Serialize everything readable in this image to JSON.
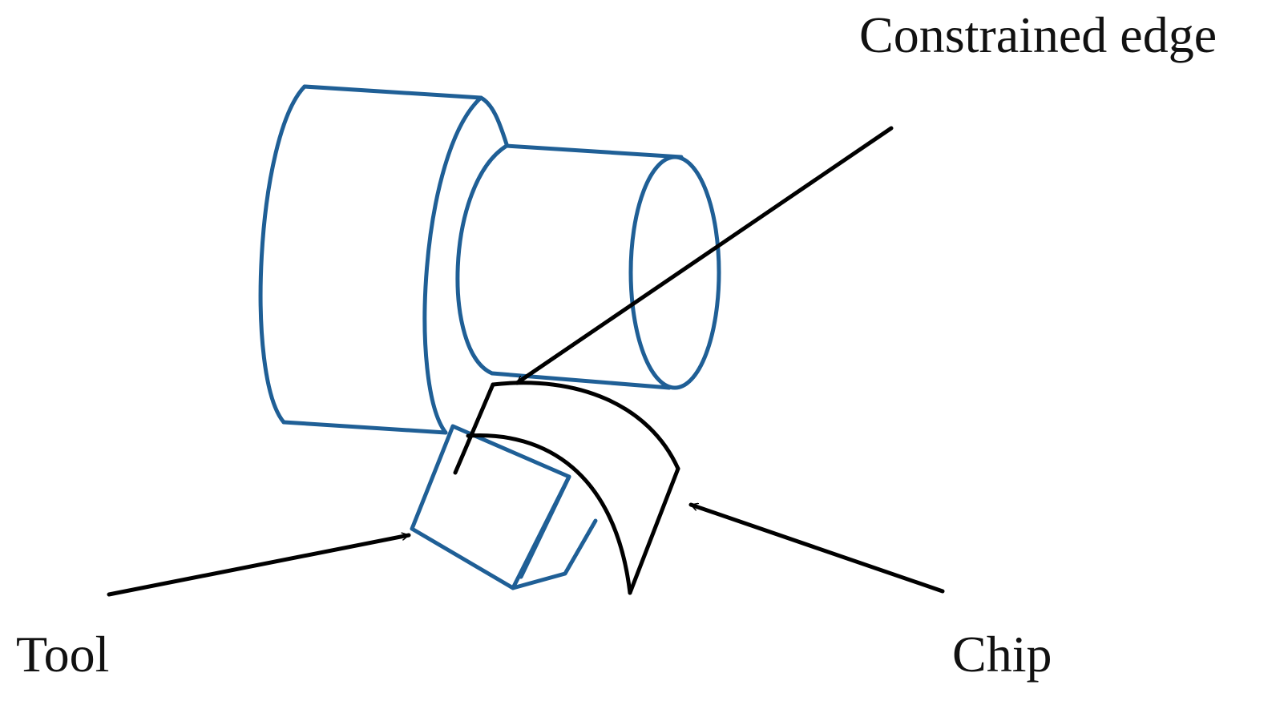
{
  "labels": {
    "constrained_edge": "Constrained edge",
    "tool": "Tool",
    "chip": "Chip"
  },
  "colors": {
    "workpiece": "#1f5f96",
    "outline": "#000000"
  },
  "icons": {
    "workpiece": "stepped-cylinder-icon",
    "tool": "cutting-tool-icon",
    "chip": "curled-chip-icon"
  }
}
